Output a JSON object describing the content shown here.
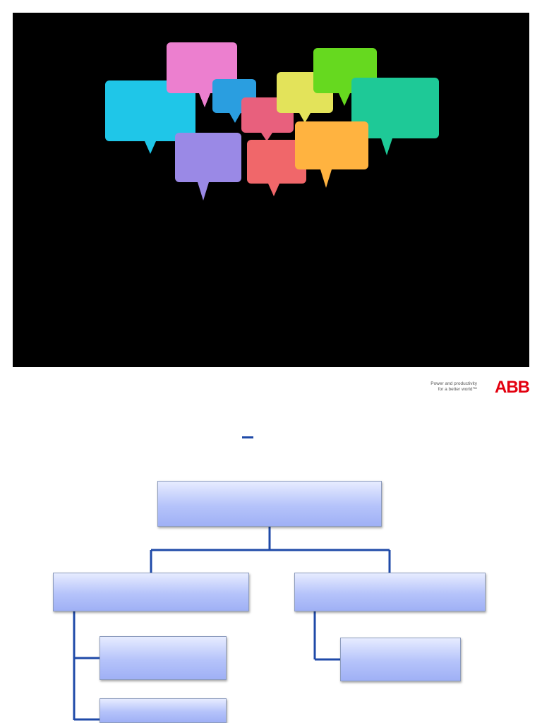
{
  "top_image": {
    "bubbles": [
      {
        "color": "#1fc6e8"
      },
      {
        "color": "#ec7fcf"
      },
      {
        "color": "#2a9ee0"
      },
      {
        "color": "#e8607d"
      },
      {
        "color": "#e3e35a"
      },
      {
        "color": "#66d91f"
      },
      {
        "color": "#1ec997"
      },
      {
        "color": "#9a89e6"
      },
      {
        "color": "#f0676a"
      },
      {
        "color": "#ffb340"
      }
    ]
  },
  "logo": {
    "tagline_line1": "Power and productivity",
    "tagline_line2": "for a better world™",
    "brand": "ABB",
    "brand_color": "#e3000f"
  },
  "diagram": {
    "connector_color": "#1f4aa8",
    "box_gradient": [
      "#e7ecff",
      "#9fb0f5"
    ],
    "root": {
      "text": ""
    },
    "left_branch": {
      "text": "",
      "children": [
        {
          "text": ""
        },
        {
          "text": ""
        }
      ]
    },
    "right_branch": {
      "text": "",
      "children": [
        {
          "text": ""
        }
      ]
    }
  }
}
